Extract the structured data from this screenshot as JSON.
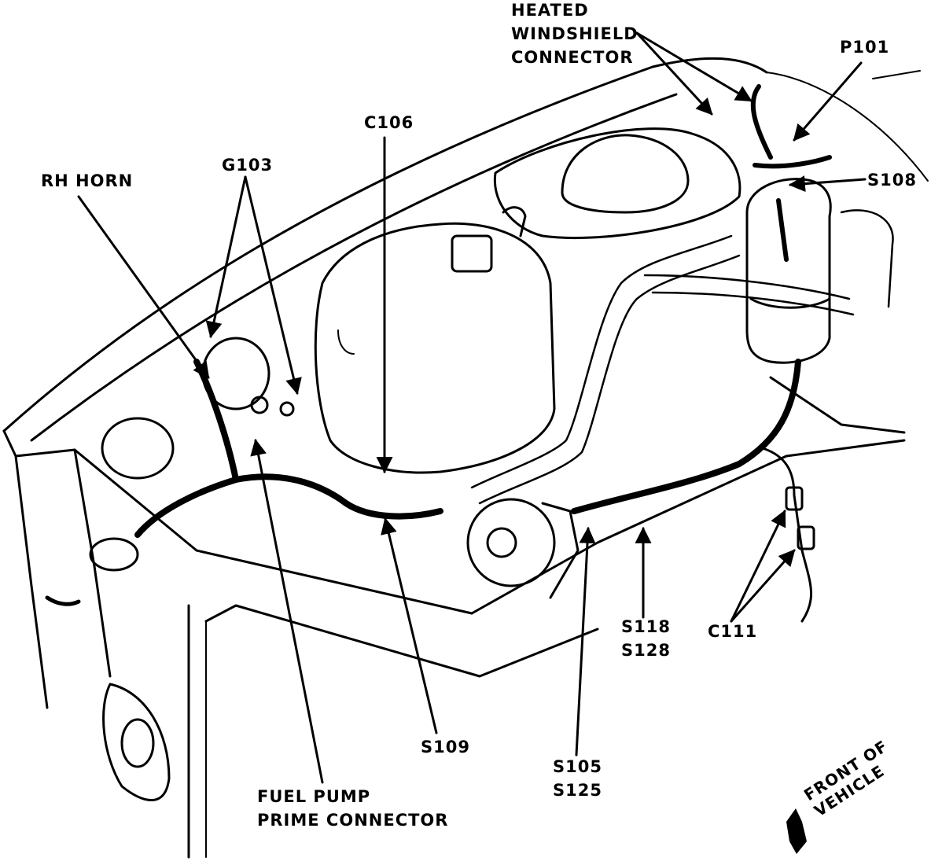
{
  "diagram": {
    "callouts": {
      "heated_windshield_connector": [
        "HEATED",
        "WINDSHIELD",
        "CONNECTOR"
      ],
      "p101": "P101",
      "s108": "S108",
      "rh_horn": "RH HORN",
      "g103": "G103",
      "c106": "C106",
      "s118_s128": [
        "S118",
        "S128"
      ],
      "c111": "C111",
      "s109": "S109",
      "s105_s125": [
        "S105",
        "S125"
      ],
      "fuel_pump_prime_connector": [
        "FUEL PUMP",
        "PRIME CONNECTOR"
      ]
    },
    "orientation": {
      "label": [
        "FRONT OF",
        "VEHICLE"
      ],
      "icon": "arrow-left-down-icon"
    },
    "colors": {
      "ink": "#000000",
      "paper": "#ffffff"
    }
  }
}
